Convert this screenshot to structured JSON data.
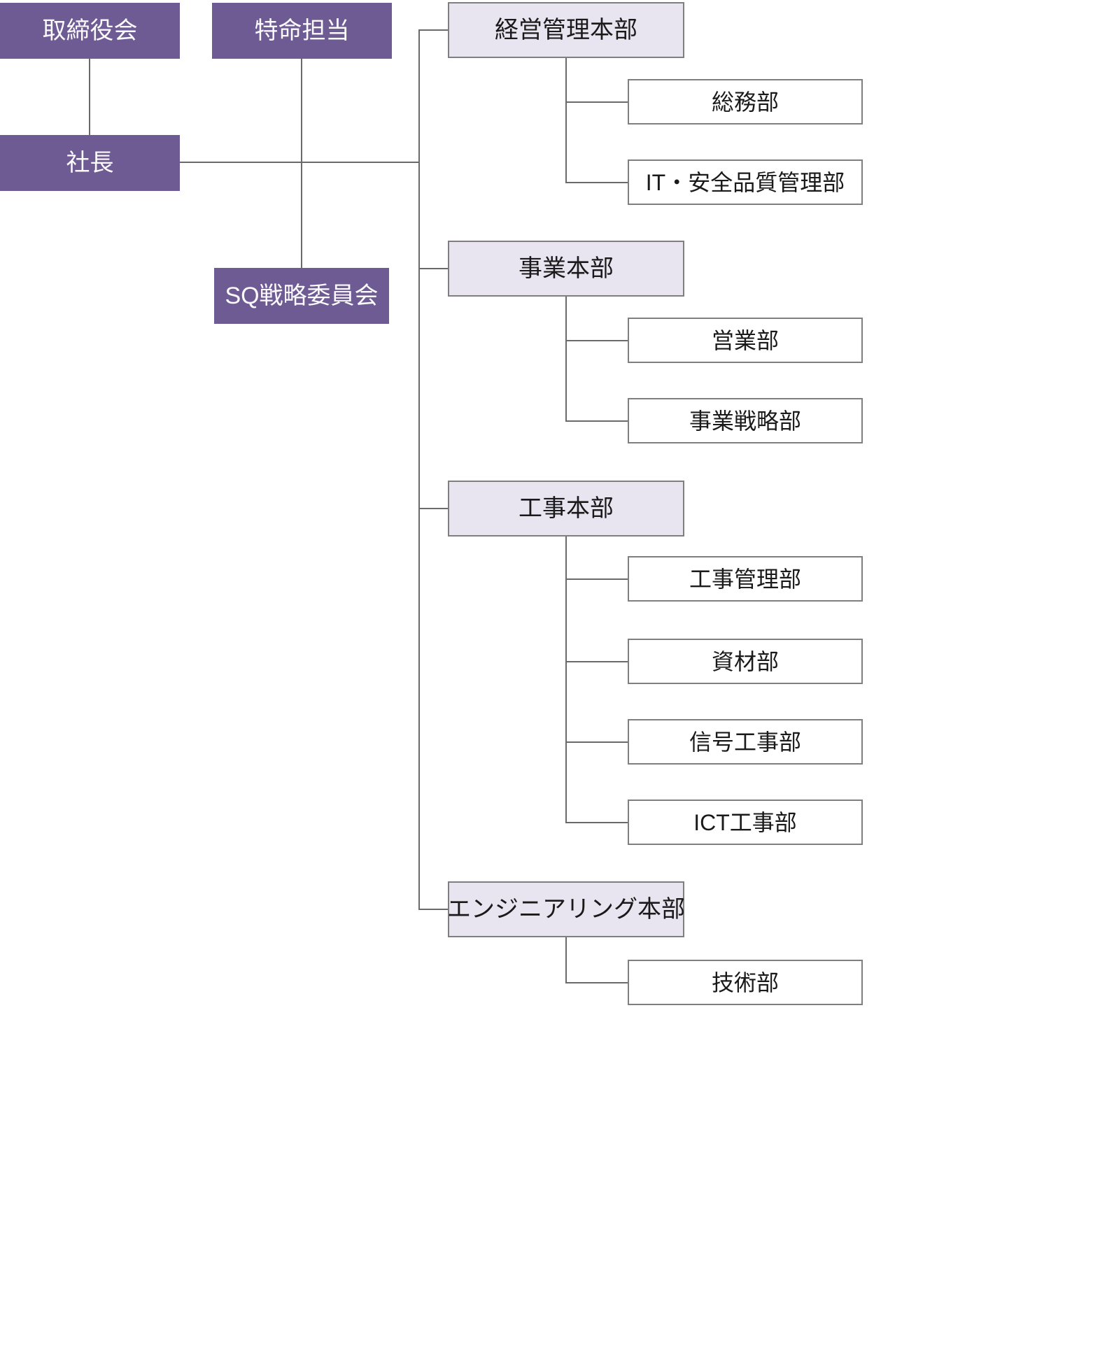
{
  "colors": {
    "primary_box": "#6e5b94",
    "primary_text": "#fbfafc",
    "division_box": "#e8e5f1",
    "box_border": "#7f7f7f",
    "department_box": "#ffffff",
    "connector_line": "#6a6a6a",
    "label_text": "#1a1a1a",
    "background": "#ffffff"
  },
  "org": {
    "governance": [
      {
        "key": "board-of-directors",
        "label": "取締役会"
      },
      {
        "key": "special-mission",
        "label": "特命担当"
      },
      {
        "key": "president",
        "label": "社長"
      },
      {
        "key": "sq-strategy-committee",
        "label": "SQ戦略委員会"
      }
    ],
    "divisions": [
      {
        "key": "management-admin-division",
        "label": "経営管理本部",
        "departments": [
          {
            "key": "general-affairs-dept",
            "label": "総務部"
          },
          {
            "key": "it-safety-quality-dept",
            "label": "IT・安全品質管理部"
          }
        ]
      },
      {
        "key": "business-division",
        "label": "事業本部",
        "departments": [
          {
            "key": "sales-dept",
            "label": "営業部"
          },
          {
            "key": "business-strategy-dept",
            "label": "事業戦略部"
          }
        ]
      },
      {
        "key": "construction-division",
        "label": "工事本部",
        "departments": [
          {
            "key": "construction-management-dept",
            "label": "工事管理部"
          },
          {
            "key": "materials-dept",
            "label": "資材部"
          },
          {
            "key": "signal-construction-dept",
            "label": "信号工事部"
          },
          {
            "key": "ict-construction-dept",
            "label": "ICT工事部"
          }
        ]
      },
      {
        "key": "engineering-division",
        "label": "エンジニアリング本部",
        "departments": [
          {
            "key": "technology-dept",
            "label": "技術部"
          }
        ]
      }
    ]
  }
}
